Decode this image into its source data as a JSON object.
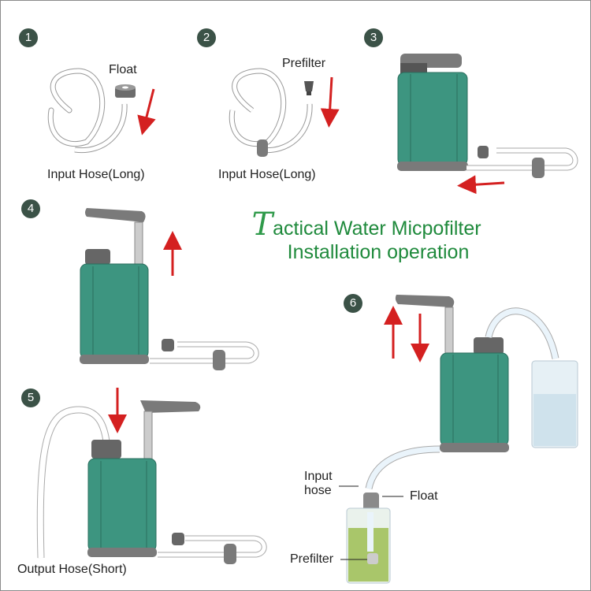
{
  "title": {
    "initial": "T",
    "line1_rest": "actical Water Micpofilter",
    "line2": "Installation operation"
  },
  "colors": {
    "badge": "#3b5247",
    "body_teal": "#3d9580",
    "arrow_red": "#d42020",
    "title_green": "#1f8a3c",
    "part_gray": "#7a7a7a"
  },
  "steps": [
    {
      "number": "1",
      "labels": {
        "part": "Float",
        "hose": "Input Hose(Long)"
      }
    },
    {
      "number": "2",
      "labels": {
        "part": "Prefilter",
        "hose": "Input Hose(Long)"
      }
    },
    {
      "number": "3"
    },
    {
      "number": "4"
    },
    {
      "number": "5",
      "labels": {
        "hose": "Output Hose(Short)"
      }
    },
    {
      "number": "6",
      "labels": {
        "input_hose_1": "Input",
        "input_hose_2": "hose",
        "float": "Float",
        "prefilter": "Prefilter"
      }
    }
  ]
}
